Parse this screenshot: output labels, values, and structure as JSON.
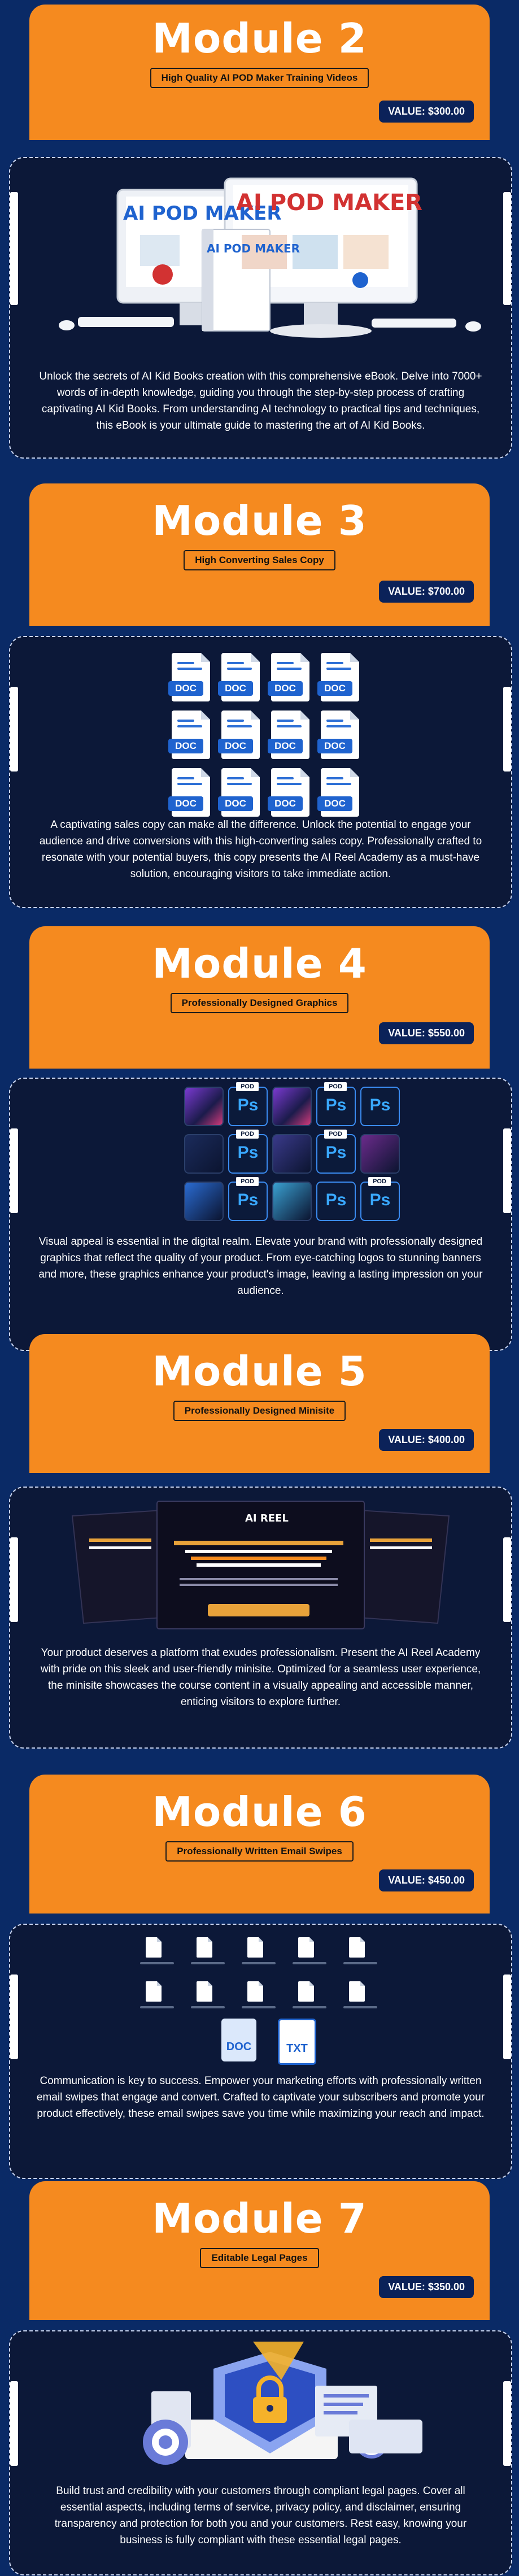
{
  "modules": [
    {
      "title": "Module 2",
      "subtitle": "High Quality AI POD Maker Training Videos",
      "value": "VALUE: $300.00",
      "art_title": "AI POD MAKER",
      "desc": "Unlock the secrets of AI Kid Books creation with this comprehensive eBook. Delve into 7000+ words of in-depth knowledge, guiding you through the step-by-step process of crafting captivating AI Kid Books. From understanding AI technology to practical tips and techniques, this eBook is your ultimate guide to mastering the art of AI Kid Books."
    },
    {
      "title": "Module 3",
      "subtitle": "High Converting Sales Copy",
      "value": "VALUE: $700.00",
      "doc_label": "DOC",
      "desc": "A captivating sales copy can make all the difference. Unlock the potential to engage your audience and drive conversions with this high-converting sales copy. Professionally crafted to resonate with your potential buyers, this copy presents the AI Reel Academy as a must-have solution, encouraging visitors to take immediate action."
    },
    {
      "title": "Module 4",
      "subtitle": "Professionally Designed Graphics",
      "value": "VALUE: $550.00",
      "ps_label": "Ps",
      "pod_label": "POD",
      "desc": "Visual appeal is essential in the digital realm. Elevate your brand with professionally designed graphics that reflect the quality of your product. From eye-catching logos to stunning banners and more, these graphics enhance your product's image, leaving a lasting impression on your audience."
    },
    {
      "title": "Module 5",
      "subtitle": "Professionally Designed Minisite",
      "value": "VALUE: $400.00",
      "art_brand": "AI REEL",
      "desc": "Your product deserves a platform that exudes professionalism. Present the AI Reel Academy with pride on this sleek and user-friendly minisite. Optimized for a seamless user experience, the minisite showcases the course content in a visually appealing and accessible manner, enticing visitors to explore further."
    },
    {
      "title": "Module 6",
      "subtitle": "Professionally Written Email Swipes",
      "value": "VALUE: $450.00",
      "file_doc": "DOC",
      "file_txt": "TXT",
      "desc": "Communication is key to success. Empower your marketing efforts with professionally written email swipes that engage and convert. Crafted to captivate your subscribers and promote your product effectively, these email swipes save you time while maximizing your reach and impact."
    },
    {
      "title": "Module 7",
      "subtitle": "Editable Legal Pages",
      "value": "VALUE: $350.00",
      "desc": "Build trust and credibility with your customers through compliant legal pages. Cover all essential aspects, including terms of service, privacy policy, and disclaimer, ensuring transparency and protection for both you and your customers. Rest easy, knowing your business is fully compliant with these essential legal pages."
    }
  ],
  "colors": {
    "background": "#0a2a66",
    "header_orange": "#f58a1f",
    "panel_dark": "#0c1838",
    "badge_navy": "#0b2259",
    "doc_blue": "#1f63cf",
    "ps_blue": "#39a8ff"
  }
}
